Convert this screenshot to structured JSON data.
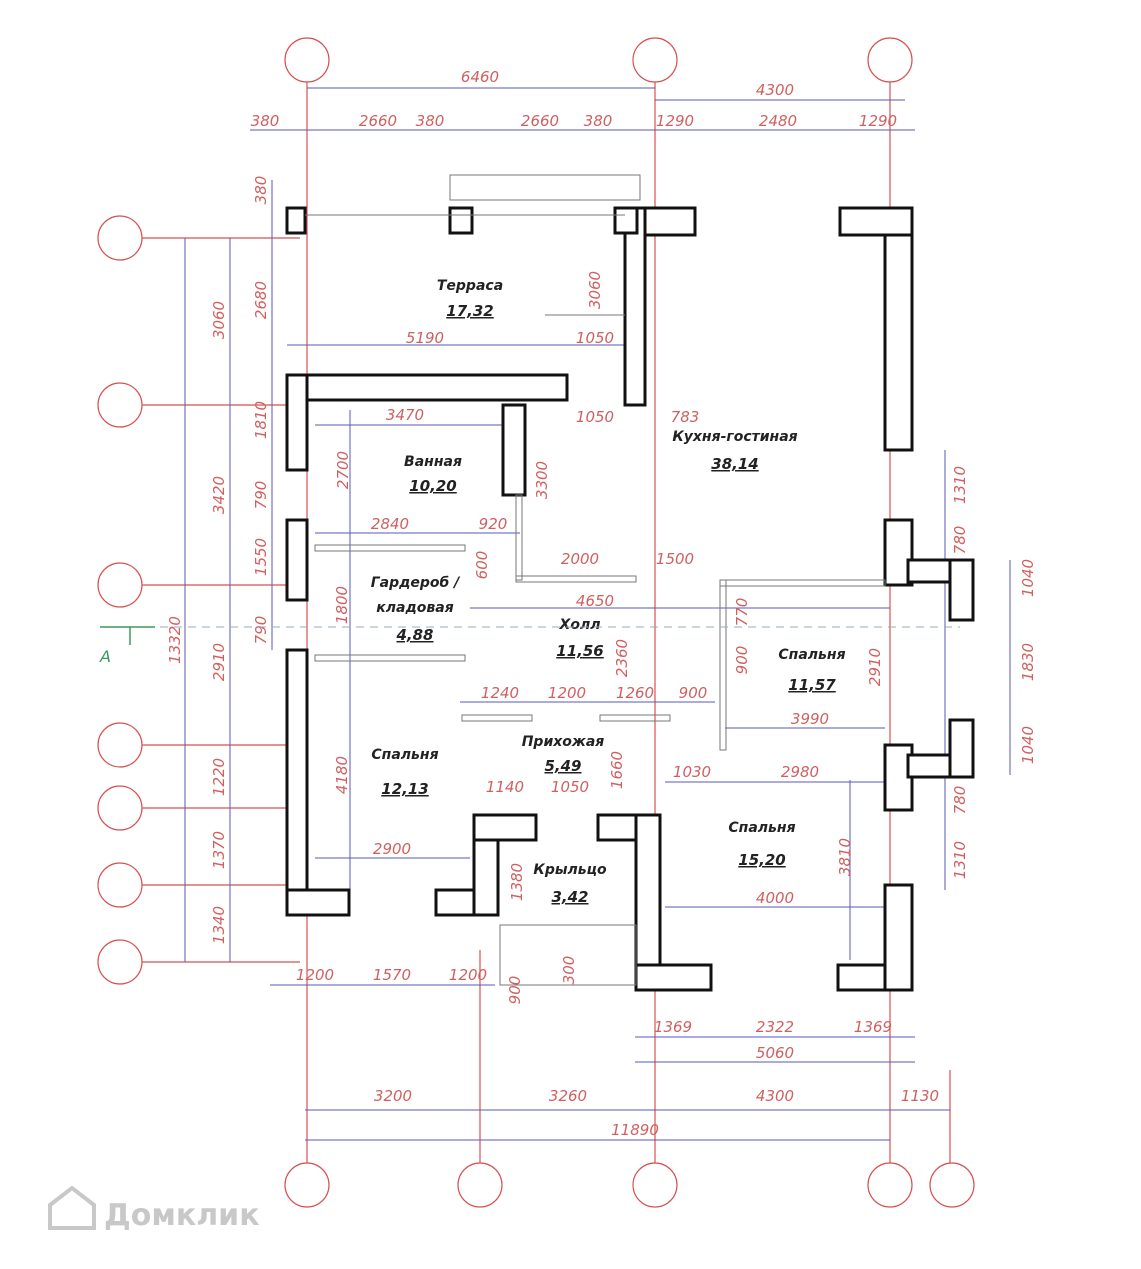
{
  "rooms": {
    "terrace": {
      "name": "Терраса",
      "area": "17,32"
    },
    "kitchen": {
      "name": "Кухня-гостиная",
      "area": "38,14"
    },
    "bath": {
      "name": "Ванная",
      "area": "10,20"
    },
    "wardrobe": {
      "name1": "Гардероб /",
      "name2": "кладовая",
      "area": "4,88"
    },
    "hall": {
      "name": "Холл",
      "area": "11,56"
    },
    "bedroom1": {
      "name": "Спальня",
      "area": "11,57"
    },
    "bedroom2": {
      "name": "Спальня",
      "area": "12,13"
    },
    "entry": {
      "name": "Прихожая",
      "area": "5,49"
    },
    "bedroom3": {
      "name": "Спальня",
      "area": "15,20"
    },
    "porch": {
      "name": "Крыльцо",
      "area": "3,42"
    }
  },
  "dims": {
    "top": [
      "6460",
      "4300",
      "380",
      "2660",
      "380",
      "2660",
      "380",
      "1290",
      "2480",
      "1290"
    ],
    "left": [
      "380",
      "2680",
      "3060",
      "1810",
      "790",
      "3420",
      "1550",
      "790",
      "13320",
      "2910",
      "1220",
      "1370",
      "1340"
    ],
    "inner": [
      "3060",
      "5190",
      "1050",
      "1050",
      "783",
      "3470",
      "2700",
      "3300",
      "2840",
      "920",
      "600",
      "2000",
      "1500",
      "4650",
      "1800",
      "2360",
      "770",
      "900",
      "2910",
      "3990",
      "1240",
      "1200",
      "1260",
      "900",
      "4180",
      "1660",
      "1030",
      "2980",
      "1140",
      "1050",
      "2900",
      "1380",
      "3810",
      "4000"
    ],
    "bottom": [
      "1200",
      "1570",
      "1200",
      "900",
      "300",
      "1369",
      "2322",
      "1369",
      "5060",
      "3200",
      "3260",
      "4300",
      "1130",
      "11890"
    ],
    "right": [
      "1310",
      "780",
      "1040",
      "1830",
      "1040",
      "780",
      "1310"
    ]
  },
  "section_mark": "А",
  "watermark": "Домклик",
  "colors": {
    "axis": "#d85050",
    "dimension": "#5a5ab8",
    "wall": "#111111"
  }
}
